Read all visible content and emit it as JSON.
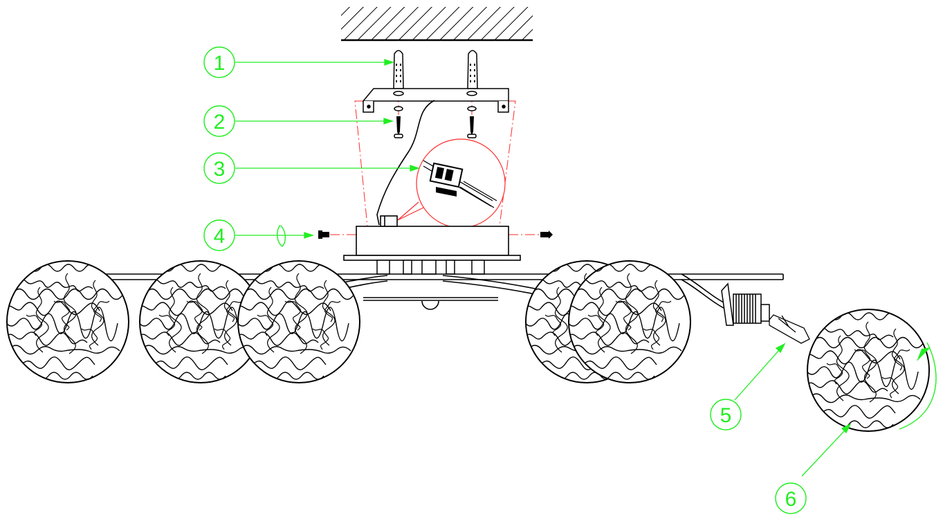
{
  "diagram": {
    "callouts": [
      {
        "id": 1,
        "label": "1"
      },
      {
        "id": 2,
        "label": "2"
      },
      {
        "id": 3,
        "label": "3"
      },
      {
        "id": 4,
        "label": "4"
      },
      {
        "id": 5,
        "label": "5"
      },
      {
        "id": 6,
        "label": "6"
      }
    ]
  },
  "colors": {
    "callout": "#22ee22",
    "guide": "#ff2a2a",
    "line": "#000000",
    "background": "#ffffff"
  }
}
